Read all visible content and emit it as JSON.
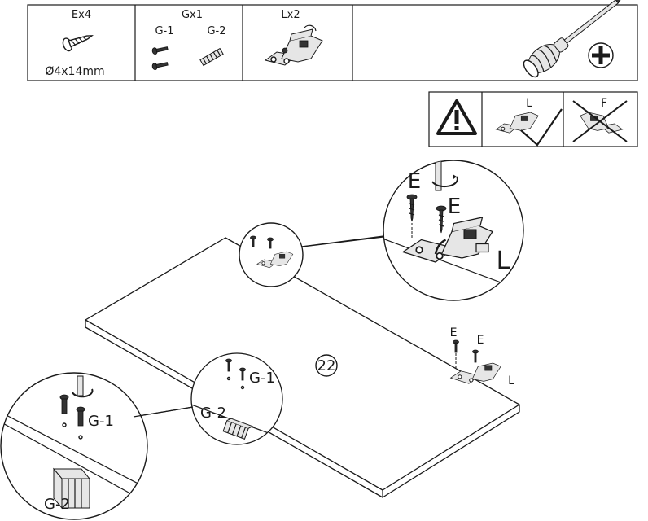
{
  "parts_table": {
    "screw_e": {
      "header": "Ex4",
      "size": "Ø4x14mm"
    },
    "bumper_g": {
      "header": "Gx1",
      "sub1": "G-1",
      "sub2": "G-2"
    },
    "hinge_l": {
      "header": "Lx2"
    },
    "tool": {
      "icon": "phillips-screwdriver-icon"
    }
  },
  "warning_panel": {
    "correct_label": "L",
    "wrong_label": "F"
  },
  "callouts": {
    "top_right": {
      "screw1": "E",
      "screw2": "E",
      "hinge": "L"
    },
    "right_inline": {
      "screw1": "E",
      "screw2": "E",
      "hinge": "L"
    },
    "mid_left": {
      "screw": "G-1",
      "bumper": "G-2"
    },
    "bottom_left": {
      "screw": "G-1",
      "bumper": "G-2"
    }
  },
  "panel": {
    "number": "22"
  }
}
